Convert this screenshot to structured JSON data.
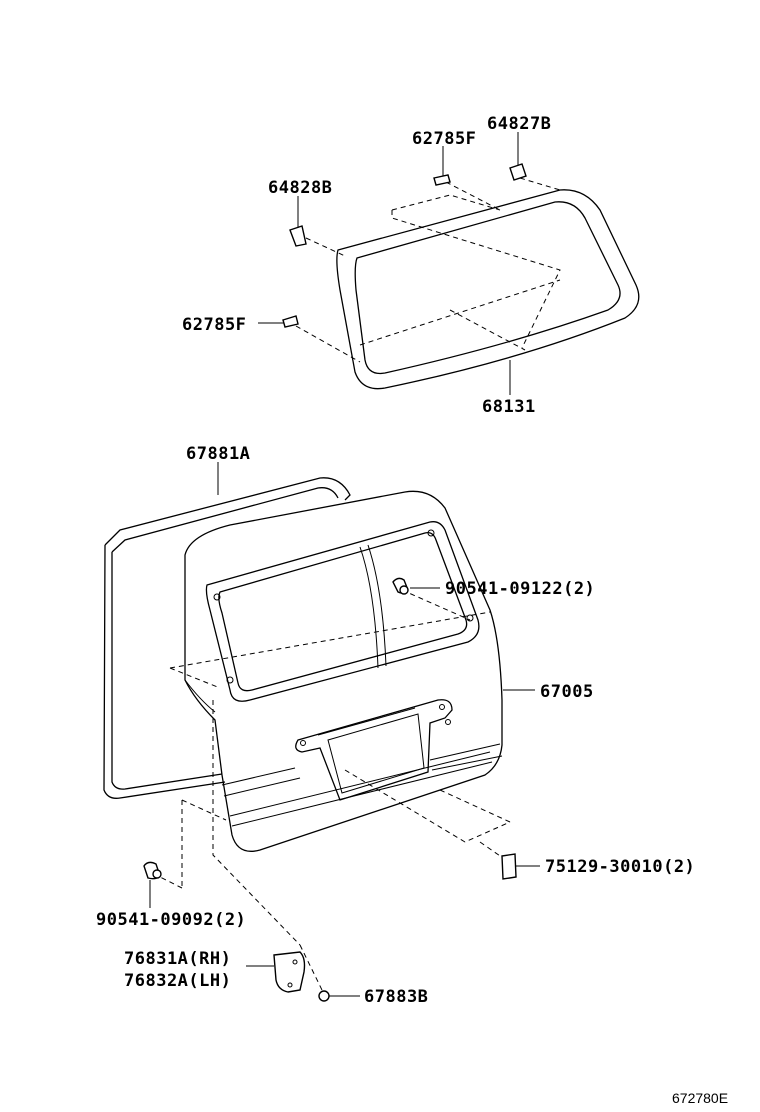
{
  "diagram": {
    "figure_id": "672780E",
    "parts": {
      "p64827B": "64827B",
      "p62785F_top": "62785F",
      "p64828B": "64828B",
      "p62785F_left": "62785F",
      "p68131": "68131",
      "p67881A": "67881A",
      "p90541_09122": "90541-09122(2)",
      "p67005": "67005",
      "p75129_30010": "75129-30010(2)",
      "p90541_09092": "90541-09092(2)",
      "p76831A": "76831A(RH)",
      "p76832A": "76832A(LH)",
      "p67883B": "67883B"
    }
  }
}
